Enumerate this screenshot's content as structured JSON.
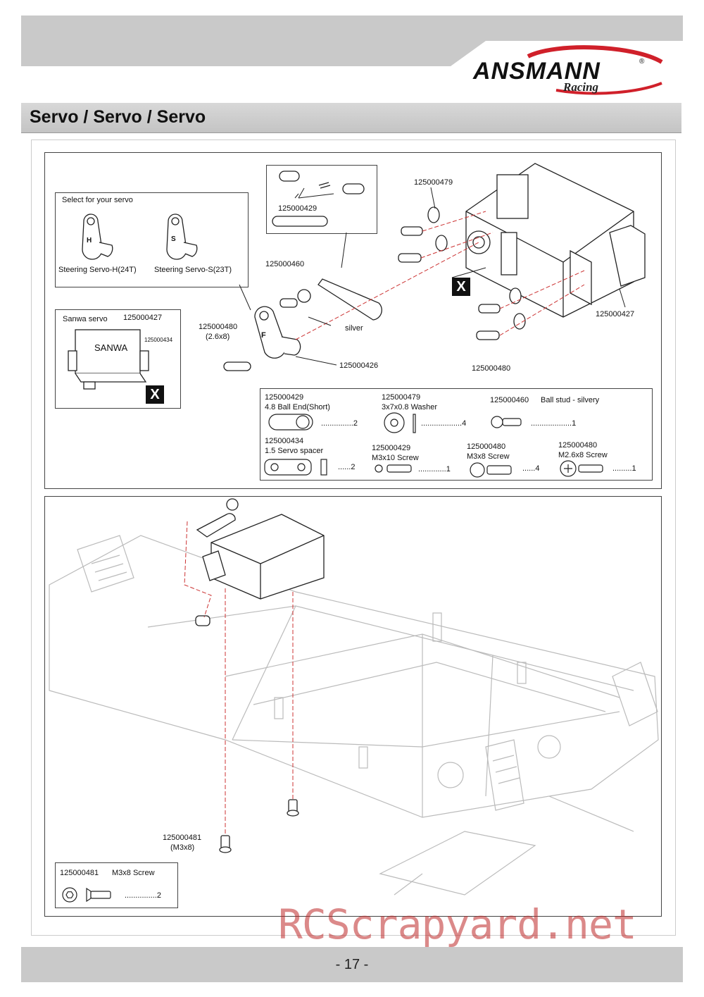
{
  "brand": {
    "logo_text": "ANSMANN",
    "logo_sub": "Racing",
    "registered": "®"
  },
  "page_title": "Servo / Servo / Servo",
  "page_number": "- 17 -",
  "watermark": "RCScrapyard.net",
  "diagram1": {
    "select_box": {
      "title": "Select for your servo",
      "option_h": "Steering Servo-H(24T)",
      "option_s": "Steering Servo-S(23T)",
      "letter_h": "H",
      "letter_s": "S"
    },
    "sanwa_box": {
      "title": "Sanwa servo",
      "part_427": "125000427",
      "part_434": "125000434",
      "servo_label": "SANWA",
      "x_mark": "X"
    },
    "ball_end_box": {
      "part": "125000429"
    },
    "callouts": {
      "p479": "125000479",
      "p460": "125000460",
      "p480a": "125000480",
      "p480a_size": "(2.6x8)",
      "silver": "silver",
      "p426": "125000426",
      "p480b": "125000480",
      "p427": "125000427",
      "horn_letter": "F",
      "x_mark": "X"
    }
  },
  "parts_list": [
    {
      "part": "125000429",
      "desc": "4.8 Ball End(Short)",
      "qty": "...............2"
    },
    {
      "part": "125000479",
      "desc": "3x7x0.8 Washer",
      "qty": "...................4"
    },
    {
      "part": "125000460",
      "desc": "Ball stud - silvery",
      "qty": "...................1"
    },
    {
      "part": "125000434",
      "desc": "1.5 Servo spacer",
      "qty": "......2"
    },
    {
      "part": "125000429",
      "desc": "M3x10 Screw",
      "qty": ".............1"
    },
    {
      "part": "125000480",
      "desc": "M3x8 Screw",
      "qty": "......4"
    },
    {
      "part": "125000480",
      "desc": "M2.6x8 Screw",
      "qty": ".........1"
    }
  ],
  "diagram2": {
    "callout_part": "125000481",
    "callout_size": "(M3x8)",
    "parts_box": {
      "part": "125000481",
      "desc": "M3x8 Screw",
      "qty": "...............2"
    }
  }
}
